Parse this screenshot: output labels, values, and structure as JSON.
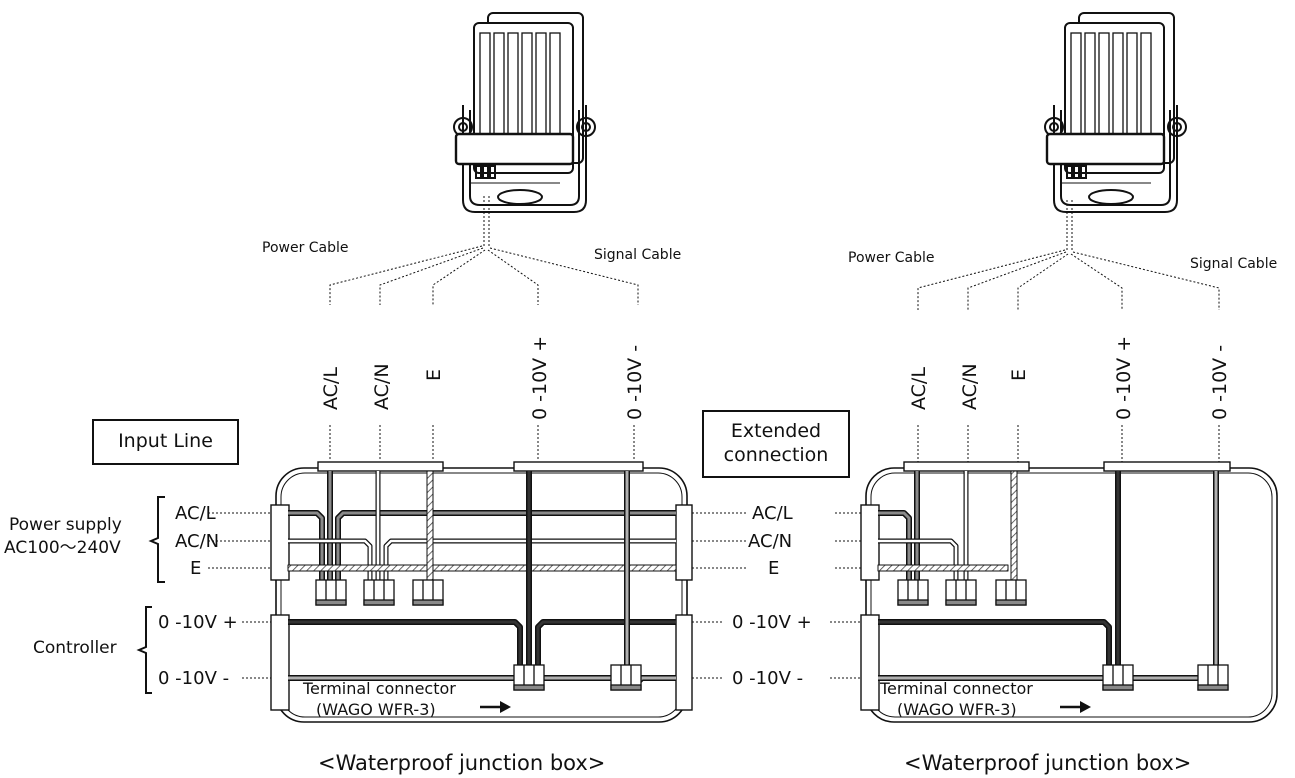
{
  "diagrams": [
    {
      "cable_labels": {
        "power": "Power Cable",
        "signal": "Signal Cable"
      },
      "terminals": [
        "AC/L",
        "AC/N",
        "E",
        "0 -10V +",
        "0 -10V -"
      ],
      "connector_label": {
        "line1": "Terminal connector",
        "line2": "(WAGO WFR-3)"
      },
      "caption": "<Waterproof junction box>"
    },
    {
      "cable_labels": {
        "power": "Power Cable",
        "signal": "Signal Cable"
      },
      "terminals": [
        "AC/L",
        "AC/N",
        "E",
        "0 -10V +",
        "0 -10V -"
      ],
      "connector_label": {
        "line1": "Terminal connector",
        "line2": "(WAGO WFR-3)"
      },
      "caption": "<Waterproof junction box>"
    }
  ],
  "input_line": {
    "title": "Input Line",
    "power_supply_line1": "Power supply",
    "power_supply_line2": "AC100～240V",
    "controller": "Controller",
    "power_terminals": [
      "AC/L",
      "AC/N",
      "E"
    ],
    "signal_terminals": [
      "0 -10V +",
      "0 -10V -"
    ]
  },
  "extended": {
    "title": "Extended\nconnection",
    "power_terminals": [
      "AC/L",
      "AC/N",
      "E"
    ],
    "signal_terminals": [
      "0 -10V +",
      "0 -10V -"
    ]
  },
  "colors": {
    "line": "#111111",
    "wire_dark": "#333333",
    "wire_gray": "#9a9a9a",
    "wire_light": "#cfcfcf",
    "connector": "#8a8a8a"
  }
}
